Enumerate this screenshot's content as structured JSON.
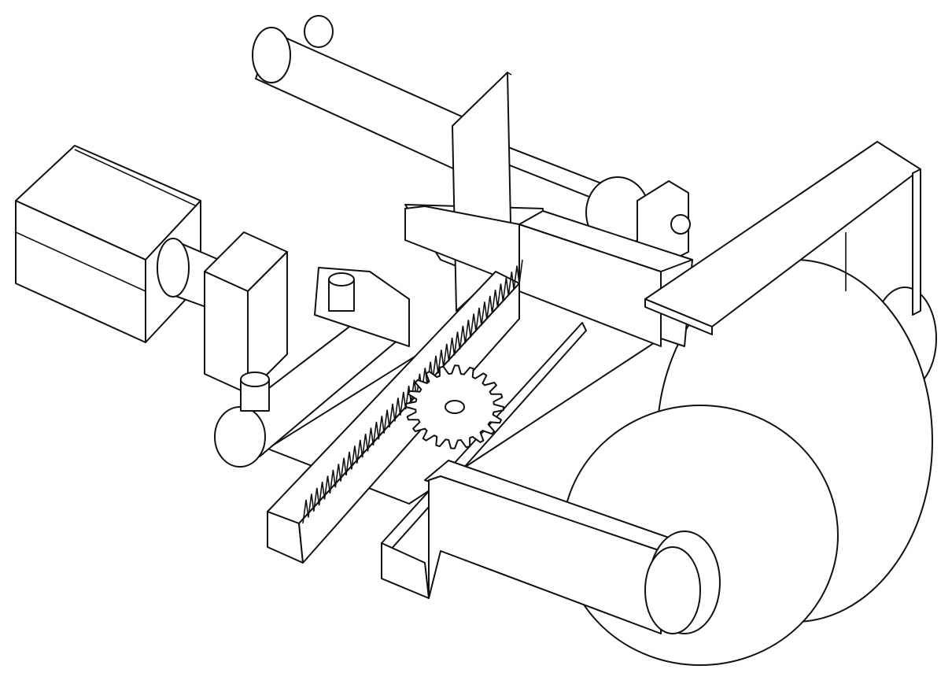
{
  "drawing": {
    "style": "isometric line drawing",
    "colors": {
      "line": "#111111",
      "background": "#ffffff"
    },
    "gear": {
      "teeth": 20
    },
    "rack_teeth": 40
  }
}
